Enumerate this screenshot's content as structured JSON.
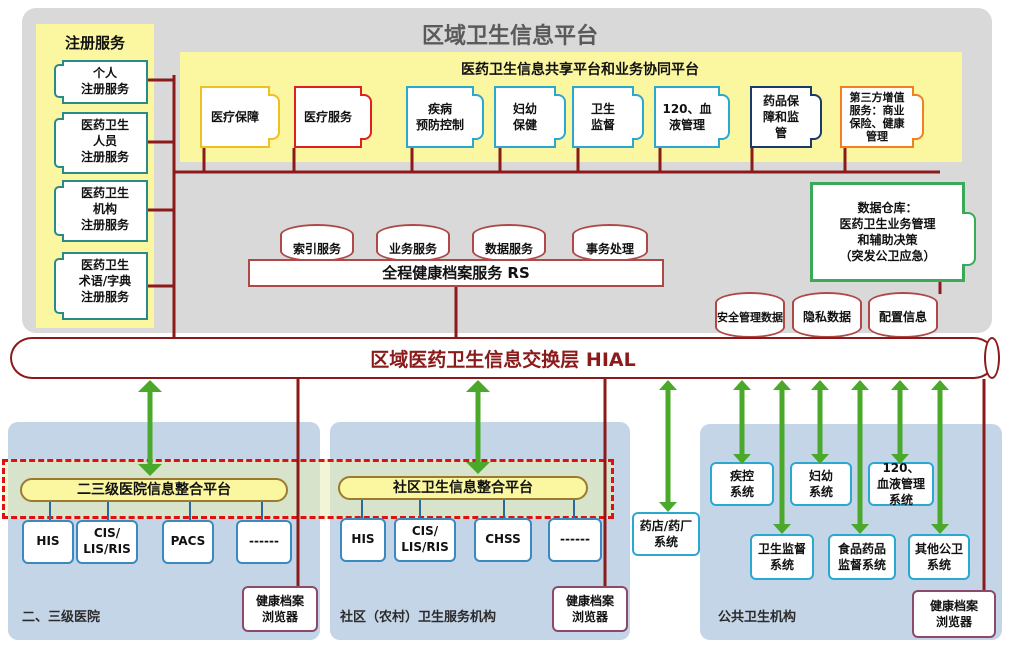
{
  "platform": {
    "title": "区域卫生信息平台"
  },
  "registry": {
    "title": "注册服务",
    "items": [
      {
        "line1": "个人",
        "line2": "注册服务"
      },
      {
        "line1": "医药卫生",
        "line2": "人员",
        "line3": "注册服务"
      },
      {
        "line1": "医药卫生",
        "line2": "机构",
        "line3": "注册服务"
      },
      {
        "line1": "医药卫生",
        "line2": "术语/字典",
        "line3": "注册服务"
      }
    ]
  },
  "sharing": {
    "title": "医药卫生信息共享平台和业务协同平台",
    "services": [
      {
        "l1": "医疗保障",
        "l2": "",
        "l3": "",
        "color": "#f0c020"
      },
      {
        "l1": "医疗服务",
        "l2": "",
        "l3": "",
        "color": "#e02020"
      },
      {
        "l1": "疾病",
        "l2": "预防控制",
        "l3": "",
        "color": "#2aa8d0"
      },
      {
        "l1": "妇幼",
        "l2": "保健",
        "l3": "",
        "color": "#2aa8d0"
      },
      {
        "l1": "卫生",
        "l2": "监督",
        "l3": "",
        "color": "#2aa8d0"
      },
      {
        "l1": "120、血",
        "l2": "液管理",
        "l3": "",
        "color": "#2aa8d0"
      },
      {
        "l1": "药品保",
        "l2": "障和监",
        "l3": "管",
        "color": "#1a3a6a"
      },
      {
        "l1": "第三方增值",
        "l2": "服务：商业",
        "l3": "保险、健康",
        "l4": "管理",
        "color": "#f08020"
      }
    ]
  },
  "warehouse": {
    "l1": "数据仓库：",
    "l2": "医药卫生业务管理",
    "l3": "和辅助决策",
    "l4": "（突发公卫应急）"
  },
  "rs_services": [
    {
      "label": "索引服务"
    },
    {
      "label": "业务服务"
    },
    {
      "label": "数据服务"
    },
    {
      "label": "事务处理"
    }
  ],
  "rs": {
    "label": "全程健康档案服务 RS"
  },
  "security": [
    {
      "label": "安全管理数据"
    },
    {
      "label": "隐私数据"
    },
    {
      "label": "配置信息"
    }
  ],
  "hial": {
    "label": "区域医药卫生信息交换层 HIAL"
  },
  "hospitals": {
    "label": "二、三级医院",
    "platform": "二三级医院信息整合平台",
    "systems": [
      "HIS",
      "CIS/\nLIS/RIS",
      "PACS",
      "------"
    ],
    "browser": "健康档案\n浏览器"
  },
  "community": {
    "label": "社区（农村）卫生服务机构",
    "platform": "社区卫生信息整合平台",
    "systems": [
      "HIS",
      "CIS/\nLIS/RIS",
      "CHSS",
      "------"
    ],
    "browser": "健康档案\n浏览器"
  },
  "pharmacy": {
    "label": "药店/药厂\n系统"
  },
  "public_health": {
    "label": "公共卫生机构",
    "row1": [
      "疾控\n系统",
      "妇幼\n系统",
      "120、\n血液管理\n系统"
    ],
    "row2": [
      "卫生监督\n系统",
      "食品药品\n监督系统",
      "其他公卫\n系统"
    ],
    "browser": "健康档案\n浏览器"
  },
  "colors": {
    "hial_border": "#8b1a1a",
    "arrow_green": "#4aa82a",
    "panel_blue": "#c5d5e8",
    "panel_yellow": "#fbf6a0"
  }
}
